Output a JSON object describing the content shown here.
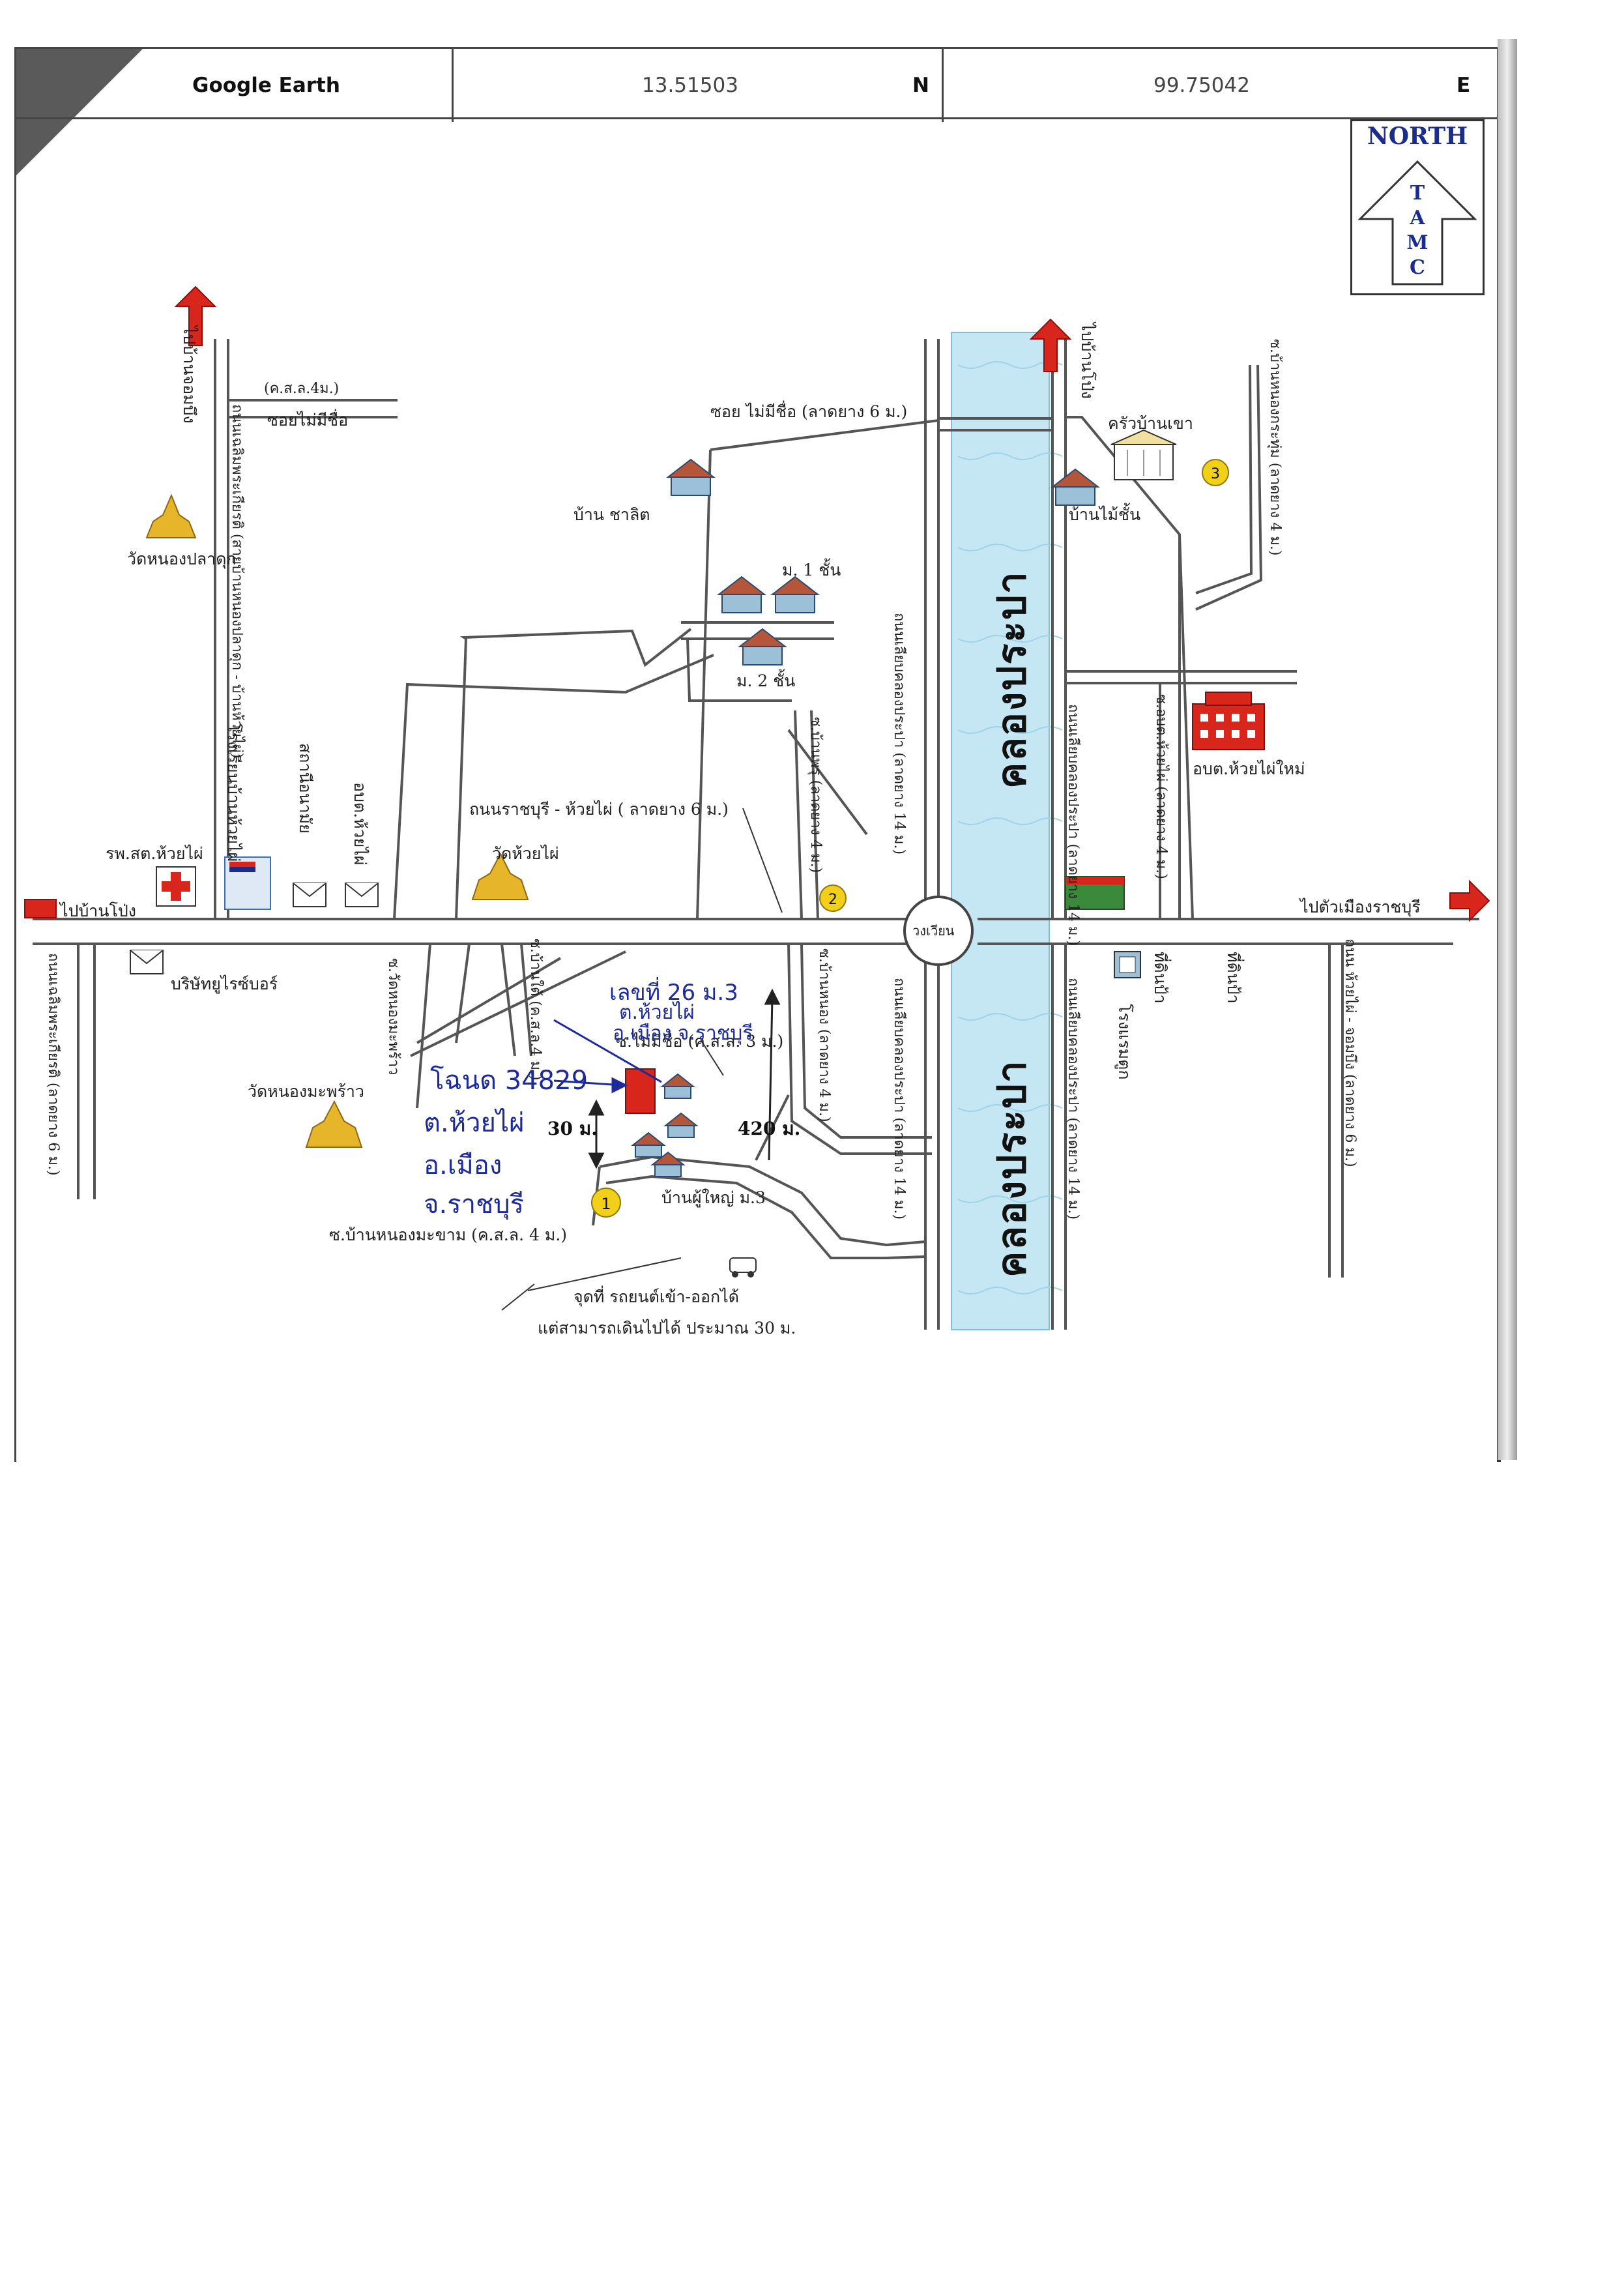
{
  "header": {
    "app_name": "Google Earth",
    "latitude": "13.51503",
    "lat_dir": "N",
    "longitude": "99.75042",
    "lon_dir": "E"
  },
  "north_box": {
    "title": "NORTH",
    "letters": [
      "T",
      "A",
      "M",
      "C"
    ]
  },
  "map_labels": {
    "to_north_left": "ไปบ้านจอมบึง",
    "side_road_left": "ซอยไม่มีชื่อ",
    "side_road_left_note": "(ค.ส.ล.4ม.)",
    "left_main_road": "ถนนเฉลิมพระเกียรติ (สายบ้านหนองปลาดุก - บ้านห้วยไผ่)",
    "temple_nongpladuk": "วัดหนองปลาดุก",
    "hospital": "รพ.สต.ห้วยไผ่",
    "school": "โรงเรียนบ้านห้วยไผ่",
    "station": "สถานีอนามัย",
    "tambon_office": "อบต.ห้วยไผ่",
    "to_west": "ไปบ้านโป่ง",
    "company": "บริษัทยูไรซ์บอร์",
    "left_lower_road": "ถนนเฉลิมพระเกียรติ (ลาดยาง 6 ม.)",
    "temple_huaiphai": "วัดห้วยไผ่",
    "main_road_label": "ถนนราชบุรี - ห้วยไผ่ ( ลาดยาง 6 ม.)",
    "temple_nongmaprao": "วัดหนองมะพร้าว",
    "road_nongmaprao": "ซ.วัดหนองมะพร้าว",
    "road_banneua": "ซ.บ้านใต้ (ค.ส.ล.4 ม.)",
    "soi_no_name_3m": "ซ.ไม่มีชื่อ (ค.ส.ล. 3 ม.)",
    "village_leader": "บ้านผู้ใหญ่ ม.3",
    "road_concrete_4m": "ซ.บ้านหนองมะขาม (ค.ส.ล. 4 ม.)",
    "landmark_note": "จุดที่ รถยนต์เข้า-ออกได้",
    "landmark_note2": "แต่สามารถเดินไปได้ ประมาณ 30 ม.",
    "dist_30": "30 ม.",
    "dist_420": "420 ม.",
    "house_chalit": "บ้าน ชาลิต",
    "house_1floor": "ม. 1 ชั้น",
    "house_2floor": "ม. 2 ชั้น",
    "soi_unnamed_top": "ซอย ไม่มีชื่อ (ลาดยาง 6 ม.)",
    "road_canal_left": "ถนนเลียบคลองประปา (ลาดยาง 14 ม.)",
    "road_canal_lower_left": "ถนนเลียบคลองประปา (ลาดยาง 14 ม.)",
    "road_vertical_mid": "ซ.บ้านพรุ (ลาดยาง 4 ม.)",
    "road_vertical_mid_lower": "ซ.บ้านหนอง (ลาดยาง 4 ม.)",
    "roundabout": "วงเวียน",
    "canal_upper": "คลองประปา",
    "canal_lower": "คลองประปา",
    "to_north_right": "ไปบ้านโป่ง",
    "restaurant": "ครัวบ้านเขา",
    "house_wood": "บ้านไม้ชั้น",
    "road_right_top": "ซ.บ้านหนองกระทุ่ม (ลาดยาง 4 ม.)",
    "road_right_canal": "ถนนเลียบคลองประปา (ลาดยาง 14 ม.)",
    "road_right_canal_lower": "ถนนเลียบคลองประปา (ลาดยาง 14 ม.)",
    "road_aorbortor": "ซ.อบต.ห้วยไผ่ (ลาดยาง 4 ม.)",
    "tambon_office_new": "อบต.ห้วยไผ่ใหม่",
    "to_east": "ไปตัวเมืองราชบุรี",
    "hotel": "โรงแรมตูก",
    "gas_station": "ที่ดินป้า",
    "gas_station2": "ที่ดินป้า",
    "road_right_lower": "ถนน ห้วยไผ่ - จอมบึง (ลาดยาง 6 ม.)"
  },
  "handwriting": {
    "note_top_1": "เลขที่ 26 ม.3",
    "note_top_2": "ต.ห้วยไผ่",
    "note_top_3": "อ.เมือง จ.ราชบุรี",
    "note_main_1": "โฉนด 34829",
    "note_main_2": "ต.ห้วยไผ่",
    "note_main_3": "อ.เมือง",
    "note_main_4": "จ.ราชบุรี"
  },
  "markers": [
    "1",
    "2",
    "3"
  ],
  "colors": {
    "arrow": "#d8261c",
    "canal": "#bfe6f3",
    "handwriting": "#1c2a9a",
    "temple": "#e7b52a",
    "north_box": "#1b2d8a",
    "marker": "#f2d01a"
  }
}
